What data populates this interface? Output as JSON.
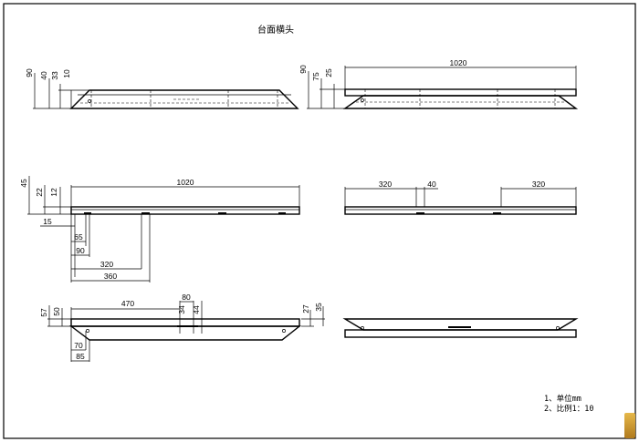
{
  "drawing": {
    "title": "台面横头",
    "notes": [
      "1、单位mm",
      "2、比例1：10"
    ]
  },
  "views": {
    "top_left": {
      "dims": [
        "90",
        "40",
        "33",
        "10"
      ]
    },
    "top_right": {
      "dims": [
        "90",
        "75",
        "25",
        "1020"
      ]
    },
    "mid_left": {
      "dims": [
        "45",
        "22",
        "12",
        "1020",
        "15",
        "65",
        "90",
        "320",
        "360"
      ]
    },
    "mid_right": {
      "dims": [
        "320",
        "40",
        "320"
      ]
    },
    "bottom_left": {
      "dims": [
        "57",
        "50",
        "470",
        "80",
        "34",
        "44",
        "70",
        "85",
        "27",
        "35"
      ]
    }
  },
  "logo": {
    "icon": "corner-logo-icon",
    "color": "#d4a23a"
  }
}
